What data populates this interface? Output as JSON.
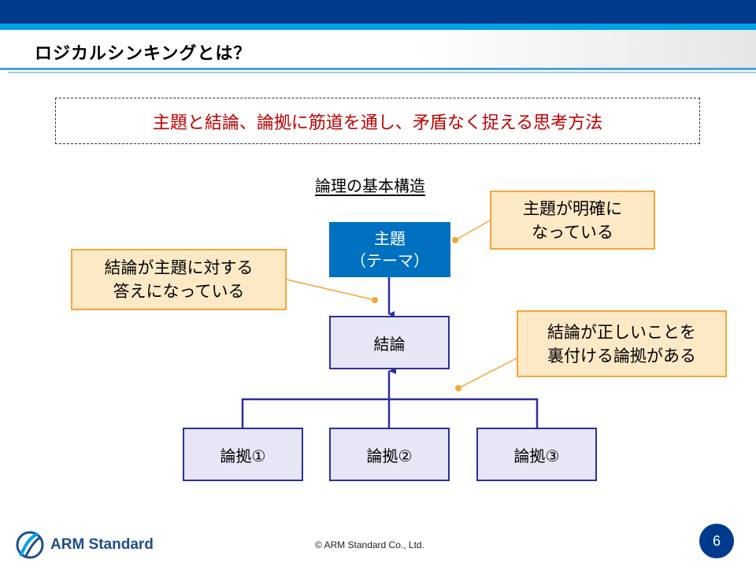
{
  "slide": {
    "title": "ロジカルシンキングとは？",
    "definition": "主題と結論、論拠に筋道を通し、矛盾なく捉える思考方法",
    "structure_title": "論理の基本構造",
    "page_number": "6"
  },
  "diagram": {
    "theme_line1": "主題",
    "theme_line2": "（テーマ）",
    "conclusion": "結論",
    "evidence": [
      "論拠①",
      "論拠②",
      "論拠③"
    ]
  },
  "callouts": {
    "theme": [
      "主題が明確に",
      "なっている"
    ],
    "conclusion": [
      "結論が主題に対する",
      "答えになっている"
    ],
    "evidence": [
      "結論が正しいことを",
      "裏付ける論拠がある"
    ]
  },
  "footer": {
    "logo_text": "ARM Standard",
    "copyright": "© ARM Standard Co., Ltd."
  },
  "colors": {
    "header_dark": "#003a8c",
    "header_accent": "#00a0e9",
    "definition_text": "#c00000",
    "theme_fill": "#0070c0",
    "node_border": "#2e2e9e",
    "callout_fill": "#fde9c6",
    "callout_border": "#f5a63a"
  }
}
